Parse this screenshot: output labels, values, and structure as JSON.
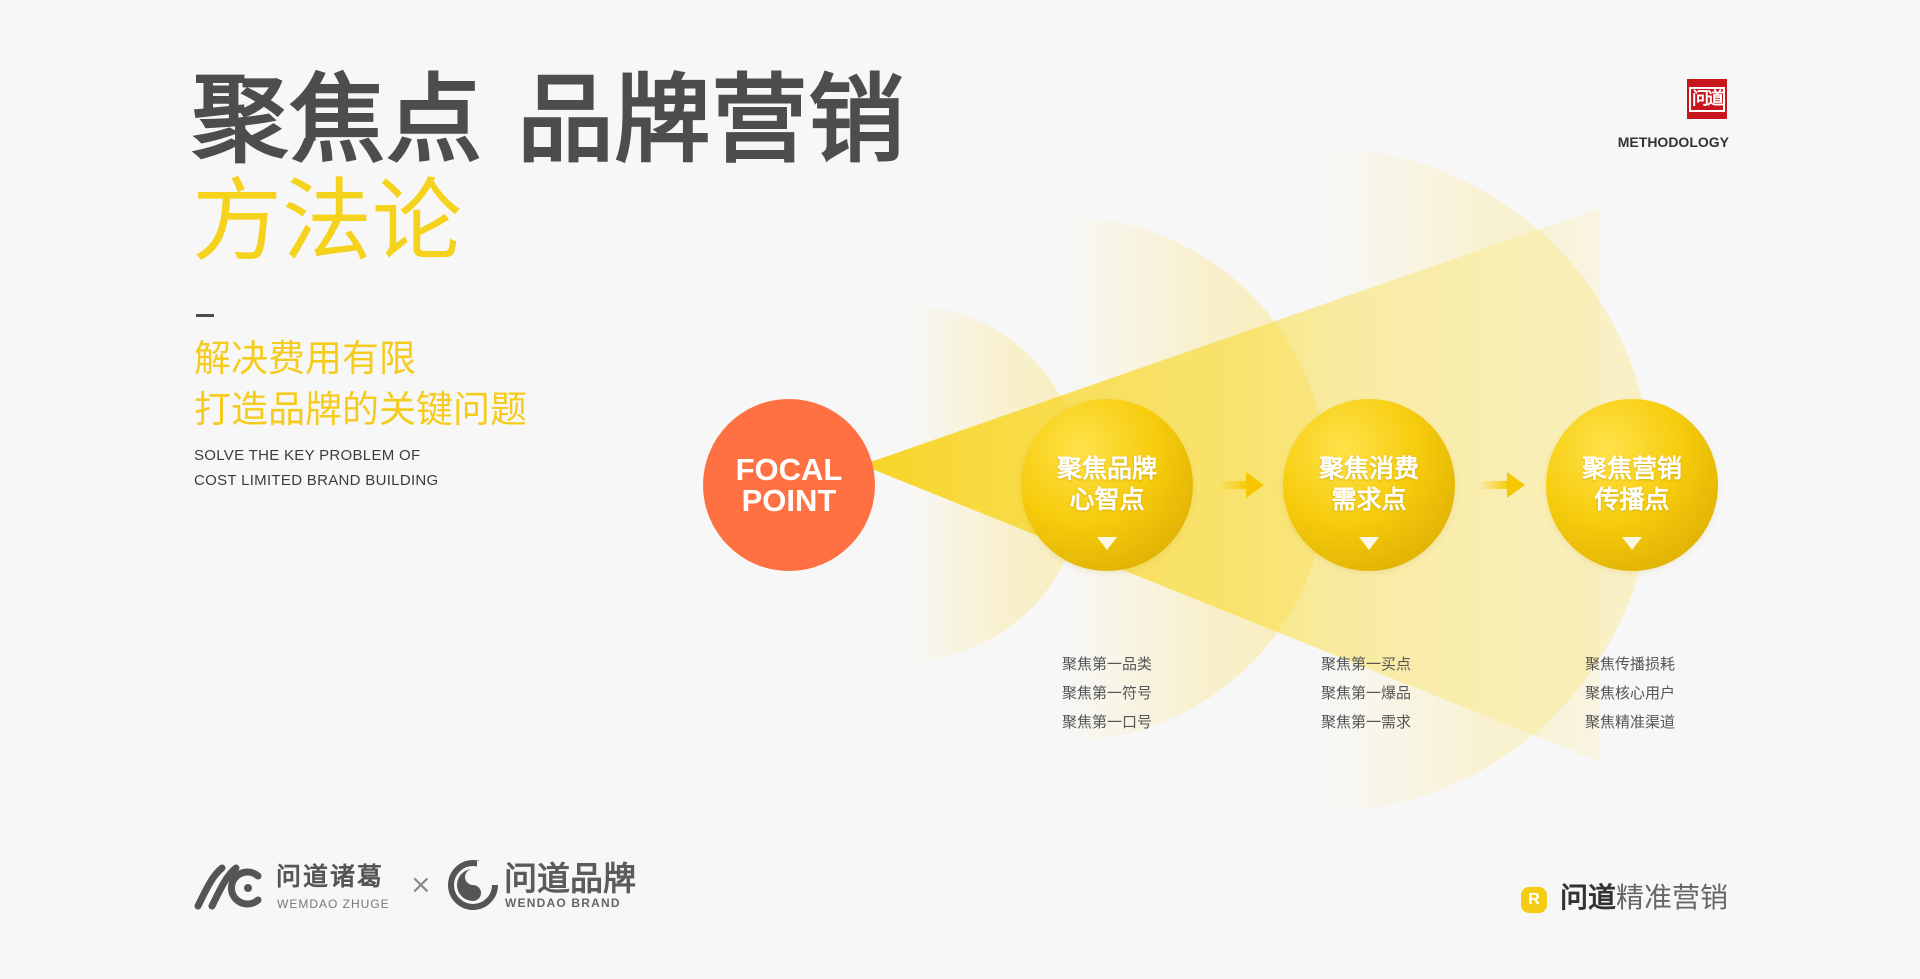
{
  "title": {
    "main": "聚焦点 品牌营销",
    "sub": "方法论"
  },
  "subtitle": {
    "cn_lines": [
      "解决费用有限",
      "打造品牌的关键问题"
    ],
    "en_lines": [
      "SOLVE THE KEY PROBLEM OF",
      "COST LIMITED BRAND BUILDING"
    ]
  },
  "seal": {
    "text": "问道"
  },
  "methodology_label": "METHODOLOGY",
  "focal": {
    "line1": "FOCAL",
    "line2": "POINT"
  },
  "nodes": [
    {
      "line1": "聚焦品牌",
      "line2": "心智点",
      "bullets": [
        "聚焦第一品类",
        "聚焦第一符号",
        "聚焦第一口号"
      ]
    },
    {
      "line1": "聚焦消费",
      "line2": "需求点",
      "bullets": [
        "聚焦第一买点",
        "聚焦第一爆品",
        "聚焦第一需求"
      ]
    },
    {
      "line1": "聚焦营销",
      "line2": "传播点",
      "bullets": [
        "聚焦传播损耗",
        "聚焦核心用户",
        "聚焦精准渠道"
      ]
    }
  ],
  "footer": {
    "logo1_cn": "问道诸葛",
    "logo1_en": "WEMDAO ZHUGE",
    "separator": "×",
    "logo2_cn": "问道品牌",
    "logo2_en": "WENDAO BRAND",
    "badge": "R",
    "right_strong": "问道",
    "right_light": "精准营销"
  },
  "colors": {
    "focal": "#ff7042",
    "accent_yellow": "#f5cc1e",
    "title_gray": "#4d4d4d",
    "seal_red": "#c8161d"
  }
}
